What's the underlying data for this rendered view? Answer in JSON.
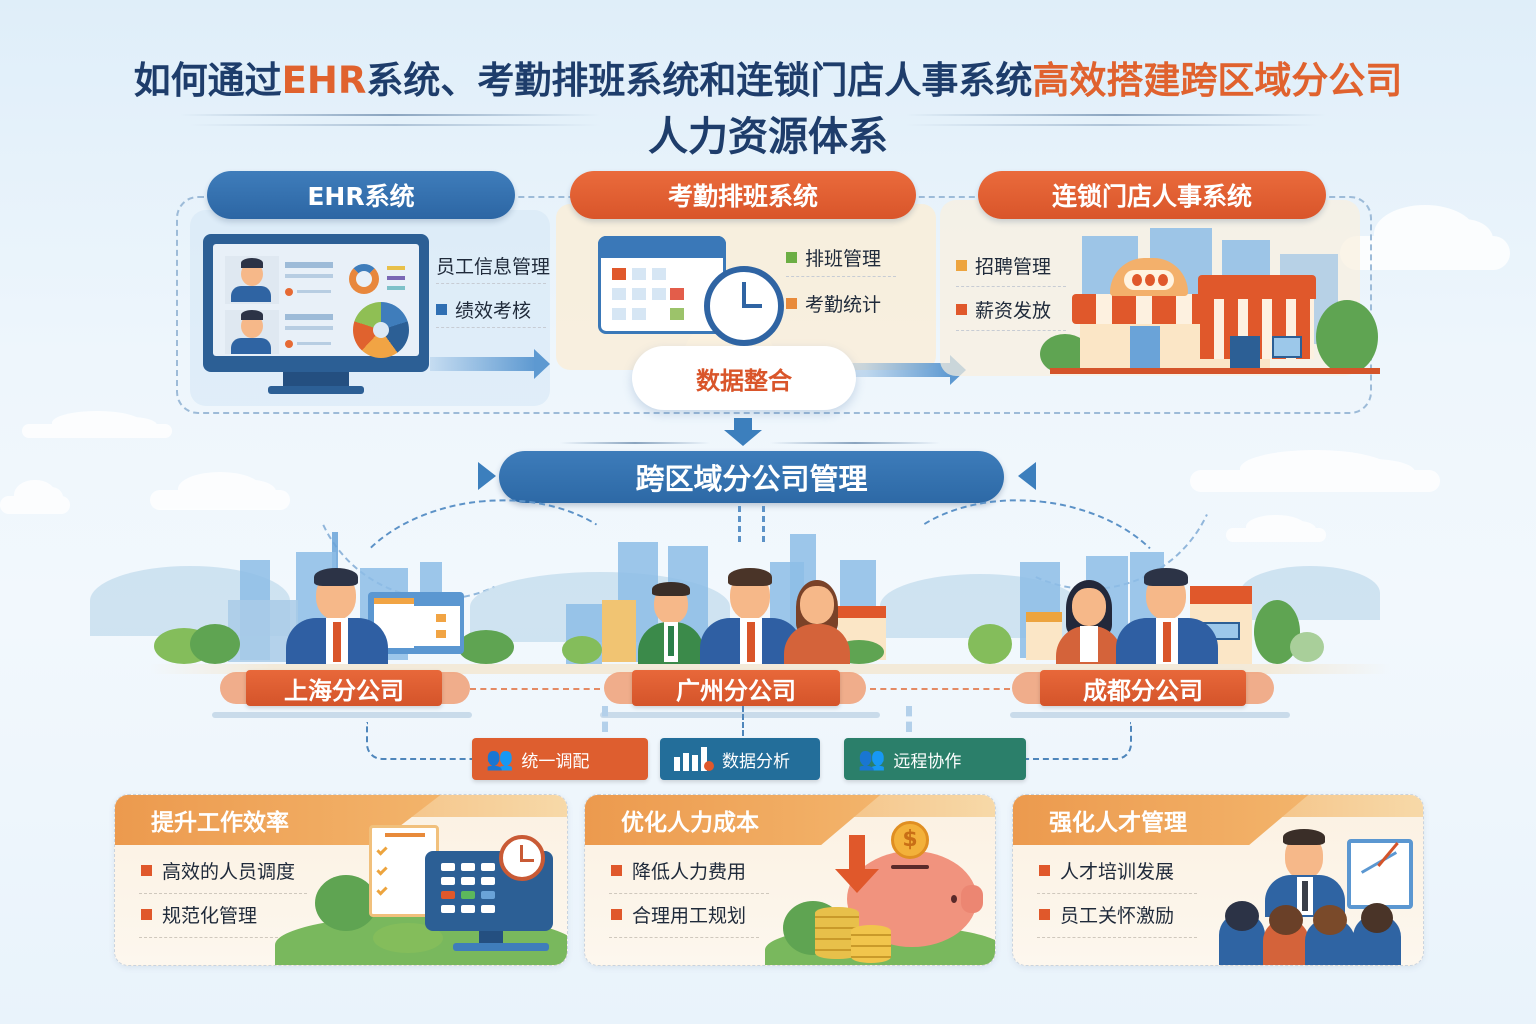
{
  "title": {
    "line1_part1": "如何通过",
    "line1_highlight1": "EHR",
    "line1_part2": "系统、考勤排班系统和连锁门店人事系统",
    "line1_highlight2": "高效搭建跨区域分公司",
    "line2": "人力资源体系"
  },
  "colors": {
    "primary_blue": "#2c66a4",
    "accent_orange": "#d9552a",
    "title_navy": "#1e3d6b",
    "badge_blue": "#236e9a",
    "badge_green": "#2b7f6a",
    "card_header": "#ec9a4e"
  },
  "systems": [
    {
      "label": "EHR系统",
      "features": [
        "员工信息管理",
        "绩效考核"
      ],
      "icon": "monitor-dashboard-icon"
    },
    {
      "label": "考勤排班系统",
      "features": [
        "排班管理",
        "考勤统计"
      ],
      "icon": "calendar-clock-icon"
    },
    {
      "label": "连锁门店人事系统",
      "features": [
        "招聘管理",
        "薪资发放"
      ],
      "icon": "storefront-icon"
    }
  ],
  "data_integration": {
    "label": "数据整合",
    "icon": "cloud-icon"
  },
  "central": {
    "label": "跨区域分公司管理"
  },
  "branches": [
    {
      "label": "上海分公司"
    },
    {
      "label": "广州分公司"
    },
    {
      "label": "成都分公司"
    }
  ],
  "capabilities": [
    {
      "label": "统一调配",
      "icon": "people-group-icon"
    },
    {
      "label": "数据分析",
      "icon": "bar-chart-icon"
    },
    {
      "label": "远程协作",
      "icon": "people-pair-icon"
    }
  ],
  "benefits": [
    {
      "title": "提升工作效率",
      "items": [
        "高效的人员调度",
        "规范化管理"
      ],
      "icon": "checklist-computer-icon"
    },
    {
      "title": "优化人力成本",
      "items": [
        "降低人力费用",
        "合理用工规划"
      ],
      "icon": "piggy-bank-icon"
    },
    {
      "title": "强化人才管理",
      "items": [
        "人才培训发展",
        "员工关怀激励"
      ],
      "icon": "training-presentation-icon"
    }
  ]
}
